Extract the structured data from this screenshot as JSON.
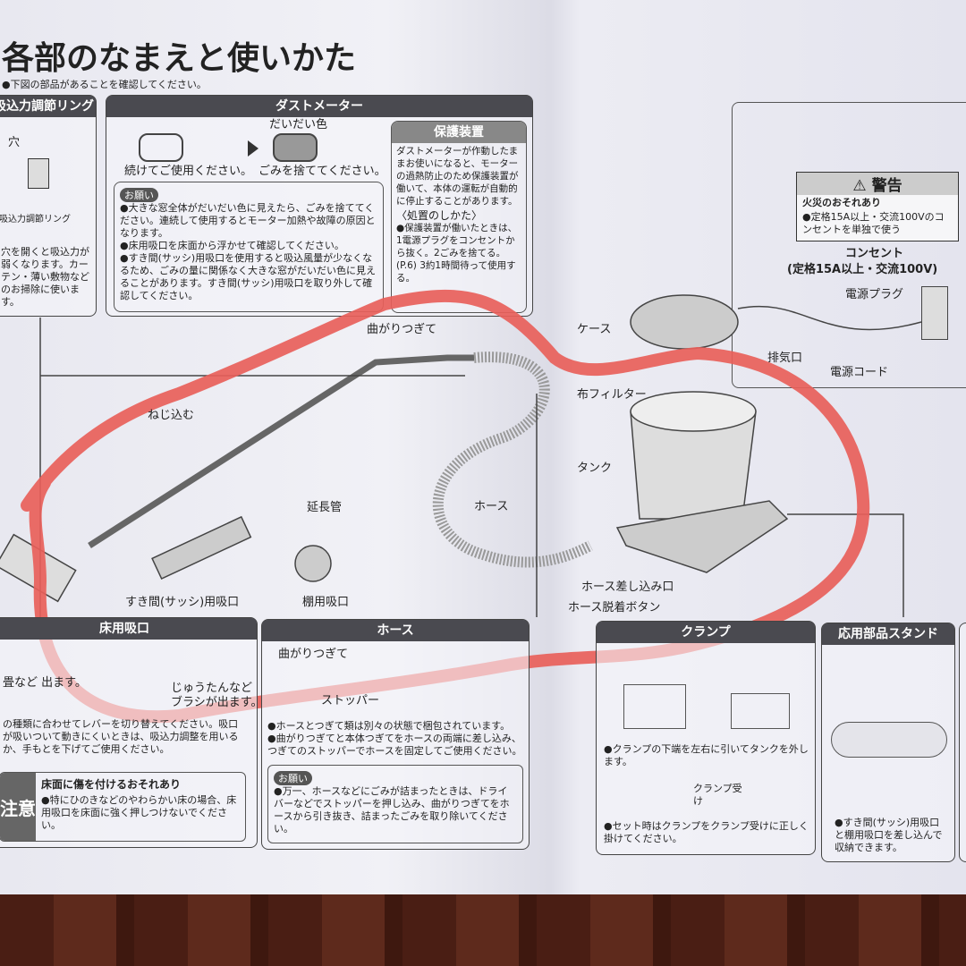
{
  "title": "各部のなまえと使いかた",
  "subtitle": "●下図の部品があることを確認してください。",
  "suction_ring": {
    "header": "吸込力調節リング",
    "hole": "穴",
    "ring_label": "吸込力調節リング",
    "text": "穴を開くと吸込力が弱くなります。カーテン・薄い敷物などのお掃除に使います。"
  },
  "dust_meter": {
    "header": "ダストメーター",
    "orange": "だいだい色",
    "continue": "続けてご使用ください。",
    "dispose": "ごみを捨ててください。",
    "request_tag": "お願い",
    "bullets": [
      "●大きな窓全体がだいだい色に見えたら、ごみを捨ててください。連続して使用するとモーター加熱や故障の原因となります。",
      "●床用吸口を床面から浮かせて確認してください。",
      "●すき間(サッシ)用吸口を使用すると吸込風量が少なくなるため、ごみの量に関係なく大きな窓がだいだい色に見えることがあります。すき間(サッシ)用吸口を取り外して確認してください。"
    ]
  },
  "protection": {
    "header": "保護装置",
    "text": "ダストメーターが作動したままお使いになると、モーターの過熱防止のため保護装置が働いて、本体の運転が自動的に停止することがあります。",
    "how": "〈処置のしかた〉",
    "steps": "●保護装置が働いたときは、1電源プラグをコンセントから抜く。2ごみを捨てる。(P.6) 3約1時間待って使用する。"
  },
  "parts": {
    "elbow": "曲がりつぎて",
    "screw": "ねじ込む",
    "ext_pipe": "延長管",
    "hose": "ホース",
    "crevice": "すき間(サッシ)用吸口",
    "shelf": "棚用吸口",
    "case": "ケース",
    "exhaust": "排気口",
    "filter": "布フィルター",
    "tank": "タンク",
    "hose_inlet": "ホース差し込み口",
    "hose_release": "ホース脱着ボタン",
    "outlet": "コンセント",
    "outlet_spec": "(定格15A以上・交流100V)",
    "plug": "電源プラグ",
    "cord": "電源コード"
  },
  "warning": {
    "title": "警告",
    "subtitle": "火災のおそれあり",
    "text": "●定格15A以上・交流100Vのコンセントを単独で使う"
  },
  "floor_nozzle": {
    "header": "床用吸口",
    "left": "畳など 出ます。",
    "carpet": "じゅうたんなど",
    "brush": "ブラシが出ます。",
    "text": "の種類に合わせてレバーを切り替えてください。吸口が吸いついて動きにくいときは、吸込力調整を用いるか、手もとを下げてご使用ください。",
    "caution": "注意",
    "caution_title": "床面に傷を付けるおそれあり",
    "caution_text": "●特にひのきなどのやわらかい床の場合、床用吸口を床面に強く押しつけないでください。"
  },
  "hose_panel": {
    "header": "ホース",
    "elbow": "曲がりつぎて",
    "stopper": "ストッパー",
    "bullets": [
      "●ホースとつぎて類は別々の状態で梱包されています。",
      "●曲がりつぎてと本体つぎてをホースの両端に差し込み、つぎてのストッパーでホースを固定してご使用ください。"
    ],
    "request_tag": "お願い",
    "request": "●万一、ホースなどにごみが詰まったときは、ドライバーなどでストッパーを押し込み、曲がりつぎてをホースから引き抜き、詰まったごみを取り除いてください。"
  },
  "clamp": {
    "header": "クランプ",
    "text1": "●クランプの下端を左右に引いてタンクを外します。",
    "receiver": "クランプ受け",
    "text2": "●セット時はクランプをクランプ受けに正しく掛けてください。"
  },
  "stand": {
    "header": "応用部品スタンド",
    "text": "●すき間(サッシ)用吸口と棚用吸口を差し込んで収納できます。"
  },
  "colors": {
    "marker": "#e8605a",
    "header": "#4a4a50"
  }
}
